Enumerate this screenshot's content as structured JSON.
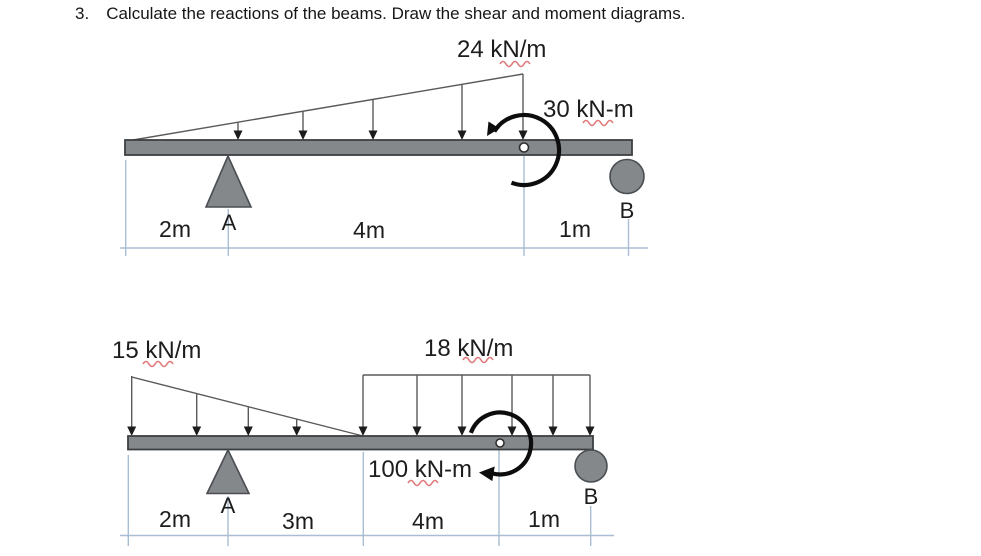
{
  "header": {
    "number": "3.",
    "text": "Calculate the reactions of the beams. Draw the shear and moment diagrams."
  },
  "beam1": {
    "distributed_load": "24 kN/m",
    "moment": "30 kN-m",
    "support_left": "A",
    "support_right": "B",
    "dims": [
      "2m",
      "4m",
      "1m"
    ]
  },
  "beam2": {
    "triangular_load": "15 kN/m",
    "uniform_load": "18 kN/m",
    "moment": "100 kN-m",
    "support_left": "A",
    "support_right": "B",
    "dims": [
      "2m",
      "3m",
      "4m",
      "1m"
    ]
  },
  "colors": {
    "beam_fill": "#84888b",
    "beam_stroke": "#3c4043",
    "dimension_line": "#a9bdd3",
    "moment_arrow": "#0d0d0d",
    "load_line": "#5a5a5a",
    "spellcheck_squiggle": "#e07a7a",
    "background": "#ffffff",
    "text": "#1d1d1d"
  }
}
